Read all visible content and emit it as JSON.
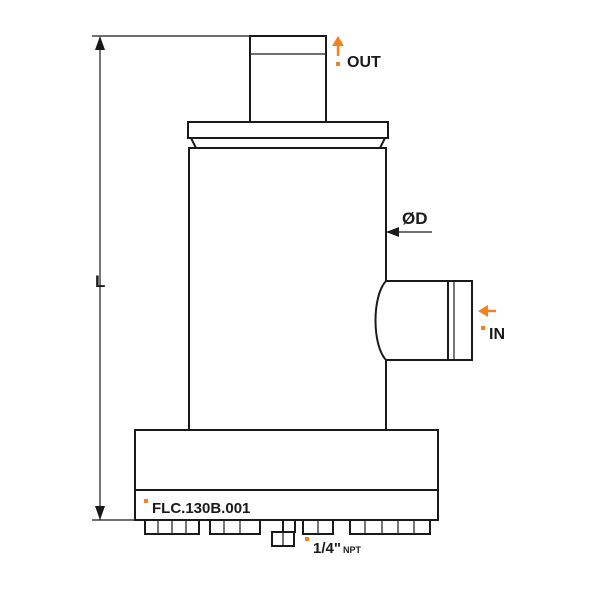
{
  "labels": {
    "outlet": "OUT",
    "inlet": "IN",
    "diameter": "ØD",
    "length": "L",
    "model": "FLC.130B.001",
    "port_size": "1/4\"",
    "port_unit": "NPT"
  },
  "colors": {
    "accent": "#f58220",
    "line": "#1a1a1a",
    "background": "#ffffff"
  },
  "icons": {
    "out_arrow": "arrow-up-icon",
    "in_arrow": "arrow-left-icon"
  }
}
